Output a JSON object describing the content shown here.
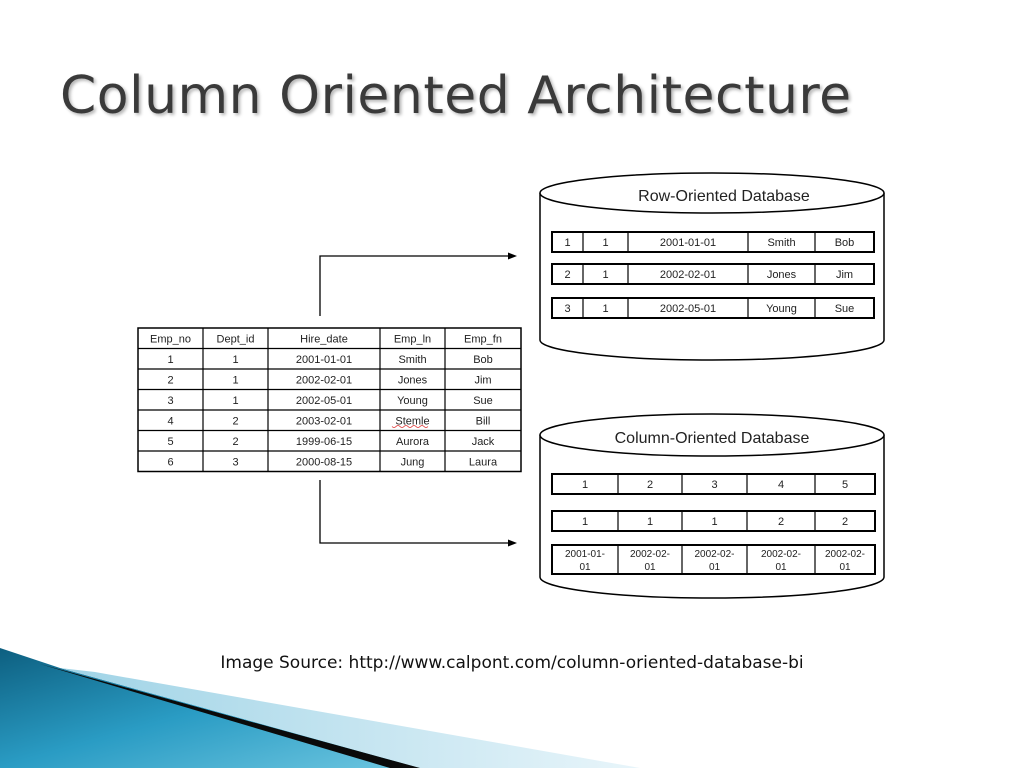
{
  "title": "Column Oriented Architecture",
  "source_text": "Image Source: http://www.calpont.com/column-oriented-database-bi",
  "colors": {
    "title": "#3a3a3a",
    "line": "#000000",
    "accent_blue": "#1f8fb3"
  },
  "source_table": {
    "headers": [
      "Emp_no",
      "Dept_id",
      "Hire_date",
      "Emp_ln",
      "Emp_fn"
    ],
    "rows": [
      [
        "1",
        "1",
        "2001-01-01",
        "Smith",
        "Bob"
      ],
      [
        "2",
        "1",
        "2002-02-01",
        "Jones",
        "Jim"
      ],
      [
        "3",
        "1",
        "2002-05-01",
        "Young",
        "Sue"
      ],
      [
        "4",
        "2",
        "2003-02-01",
        "Stemle",
        "Bill"
      ],
      [
        "5",
        "2",
        "1999-06-15",
        "Aurora",
        "Jack"
      ],
      [
        "6",
        "3",
        "2000-08-15",
        "Jung",
        "Laura"
      ]
    ]
  },
  "row_db": {
    "title": "Row-Oriented Database",
    "records": [
      [
        "1",
        "1",
        "2001-01-01",
        "Smith",
        "Bob"
      ],
      [
        "2",
        "1",
        "2002-02-01",
        "Jones",
        "Jim"
      ],
      [
        "3",
        "1",
        "2002-05-01",
        "Young",
        "Sue"
      ]
    ]
  },
  "col_db": {
    "title": "Column-Oriented Database",
    "records": [
      [
        "1",
        "2",
        "3",
        "4",
        "5"
      ],
      [
        "1",
        "1",
        "1",
        "2",
        "2"
      ],
      [
        [
          "2001-01-",
          "01"
        ],
        [
          "2002-02-",
          "01"
        ],
        [
          "2002-02-",
          "01"
        ],
        [
          "2002-02-",
          "01"
        ],
        [
          "2002-02-",
          "01"
        ]
      ]
    ]
  }
}
